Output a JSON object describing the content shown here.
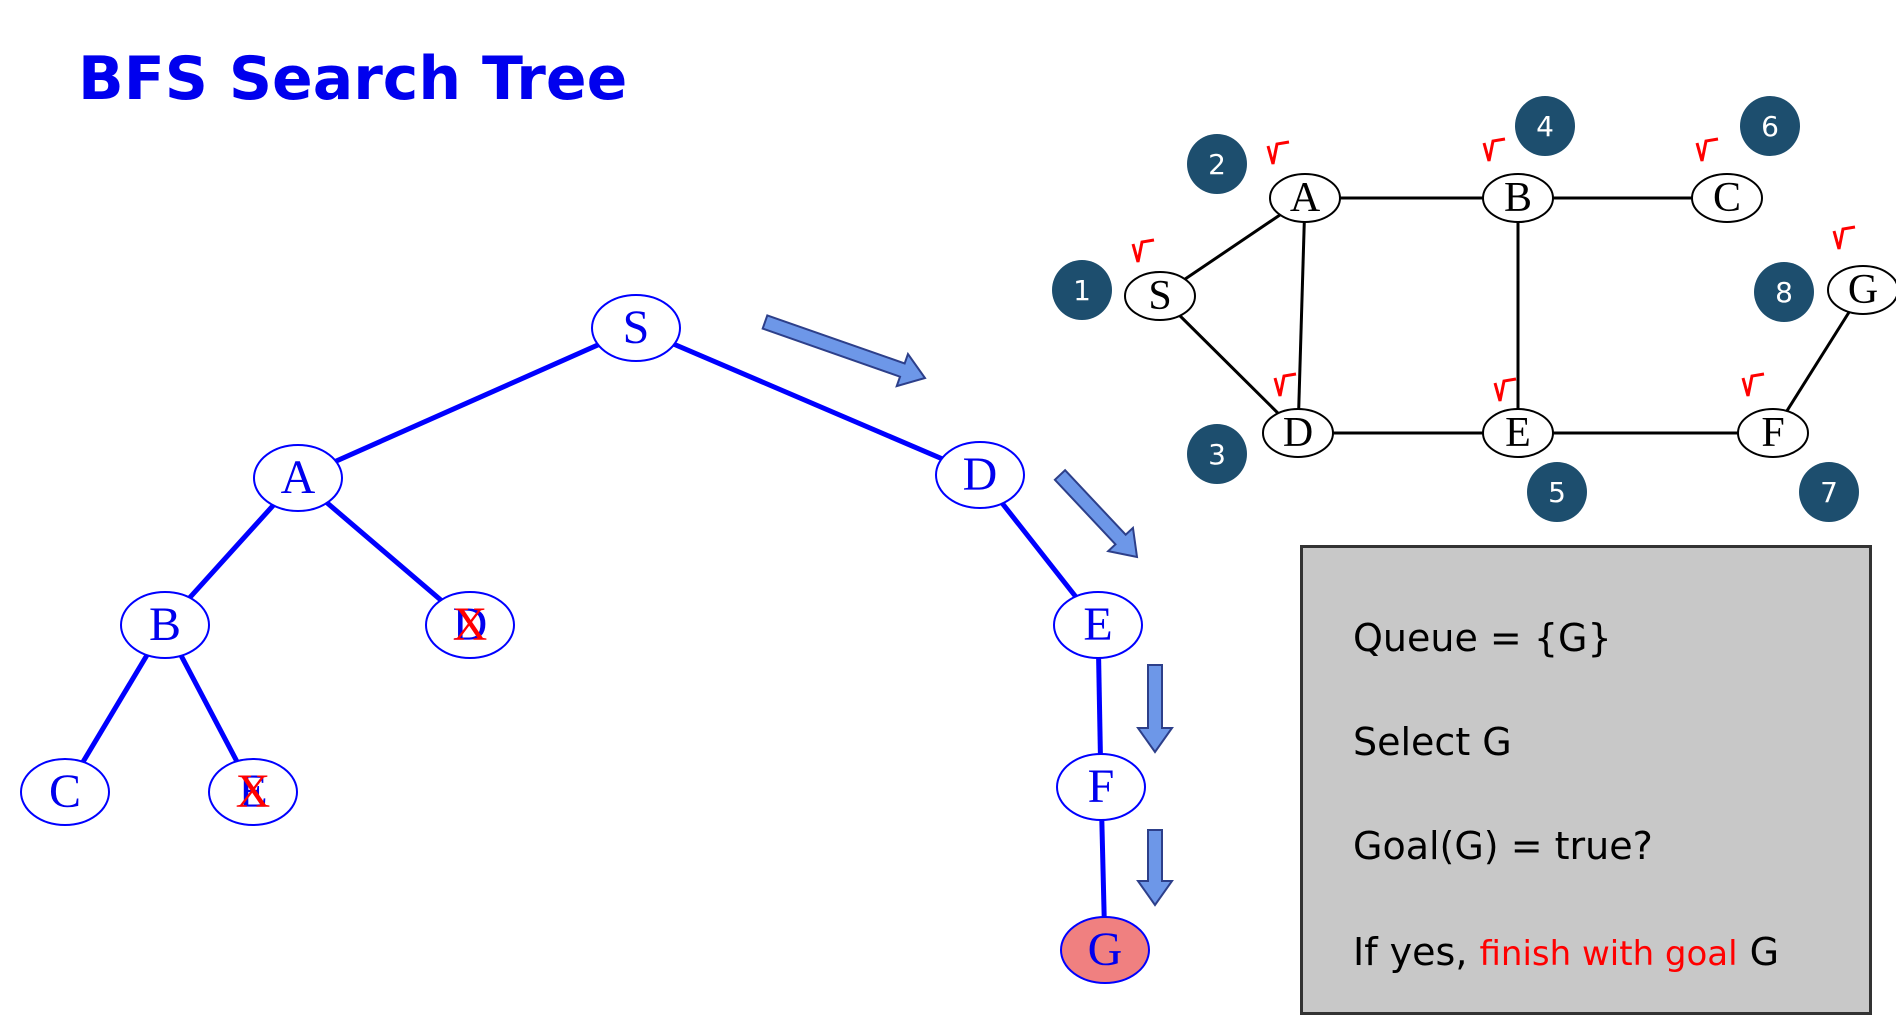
{
  "title": "BFS Search Tree",
  "search_tree": {
    "nodes": [
      {
        "id": "S",
        "label": "S"
      },
      {
        "id": "A",
        "label": "A"
      },
      {
        "id": "D",
        "label": "D"
      },
      {
        "id": "B",
        "label": "B"
      },
      {
        "id": "D2",
        "label": "D",
        "pruned_overlay": "X"
      },
      {
        "id": "E",
        "label": "E"
      },
      {
        "id": "C",
        "label": "C"
      },
      {
        "id": "E2",
        "label": "E",
        "pruned_overlay": "X"
      },
      {
        "id": "F",
        "label": "F"
      },
      {
        "id": "G",
        "label": "G",
        "goal": true
      }
    ],
    "edges": [
      [
        "S",
        "A"
      ],
      [
        "S",
        "D"
      ],
      [
        "A",
        "B"
      ],
      [
        "A",
        "D2"
      ],
      [
        "D",
        "E"
      ],
      [
        "B",
        "C"
      ],
      [
        "B",
        "E2"
      ],
      [
        "E",
        "F"
      ],
      [
        "F",
        "G"
      ]
    ],
    "colors": {
      "edge": "#0000ff",
      "label": "#0000ee",
      "goal_fill": "#f08080",
      "arrow": "#6d97e8",
      "prune": "#ff0000"
    }
  },
  "graph": {
    "nodes": [
      {
        "id": "A",
        "label": "A",
        "order": "2"
      },
      {
        "id": "B",
        "label": "B",
        "order": "4"
      },
      {
        "id": "C",
        "label": "C",
        "order": "6"
      },
      {
        "id": "S",
        "label": "S",
        "order": "1"
      },
      {
        "id": "G",
        "label": "G",
        "order": "8"
      },
      {
        "id": "D",
        "label": "D",
        "order": "3"
      },
      {
        "id": "E",
        "label": "E",
        "order": "5"
      },
      {
        "id": "F",
        "label": "F",
        "order": "7"
      }
    ],
    "edges": [
      [
        "S",
        "A"
      ],
      [
        "S",
        "D"
      ],
      [
        "A",
        "B"
      ],
      [
        "A",
        "D"
      ],
      [
        "B",
        "C"
      ],
      [
        "B",
        "E"
      ],
      [
        "D",
        "E"
      ],
      [
        "E",
        "F"
      ],
      [
        "F",
        "G"
      ]
    ],
    "visited_mark": "✓",
    "colors": {
      "badge": "#1d4e6e",
      "check": "#ff0000"
    }
  },
  "status": {
    "queue": "Queue = {G}",
    "select": "Select G",
    "goal_test": "Goal(G) = true?",
    "if_prefix": "If yes, ",
    "finish": "finish with goal",
    "finish_suffix": " G"
  }
}
